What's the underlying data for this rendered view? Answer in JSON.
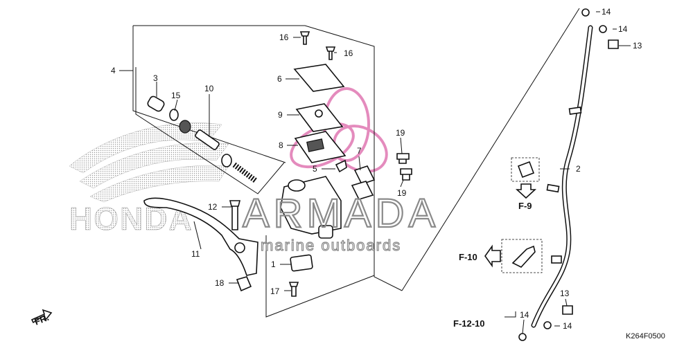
{
  "diagram": {
    "code": "K264F0500",
    "direction": "FR.",
    "watermark": {
      "brand": "ARMADA",
      "tagline": "marine outboards"
    },
    "background_logo": "HONDA",
    "refs": {
      "f9": "F-9",
      "f10": "F-10",
      "f1210": "F-12-10"
    },
    "callouts": {
      "n1": "1",
      "n2": "2",
      "n3": "3",
      "n4": "4",
      "n5": "5",
      "n6": "6",
      "n7": "7",
      "n8": "8",
      "n9": "9",
      "n10": "10",
      "n11": "11",
      "n12": "12",
      "n13a": "13",
      "n13b": "13",
      "n14a": "14",
      "n14b": "14",
      "n14c": "14",
      "n14d": "14",
      "n15": "15",
      "n16a": "16",
      "n16b": "16",
      "n17": "17",
      "n18": "18",
      "n19a": "19",
      "n19b": "19"
    },
    "colors": {
      "line": "#111111",
      "watermark_pink": "#e48bbd",
      "watermark_gray": "#8a8a8a",
      "dots": "#9a9a9a"
    }
  }
}
